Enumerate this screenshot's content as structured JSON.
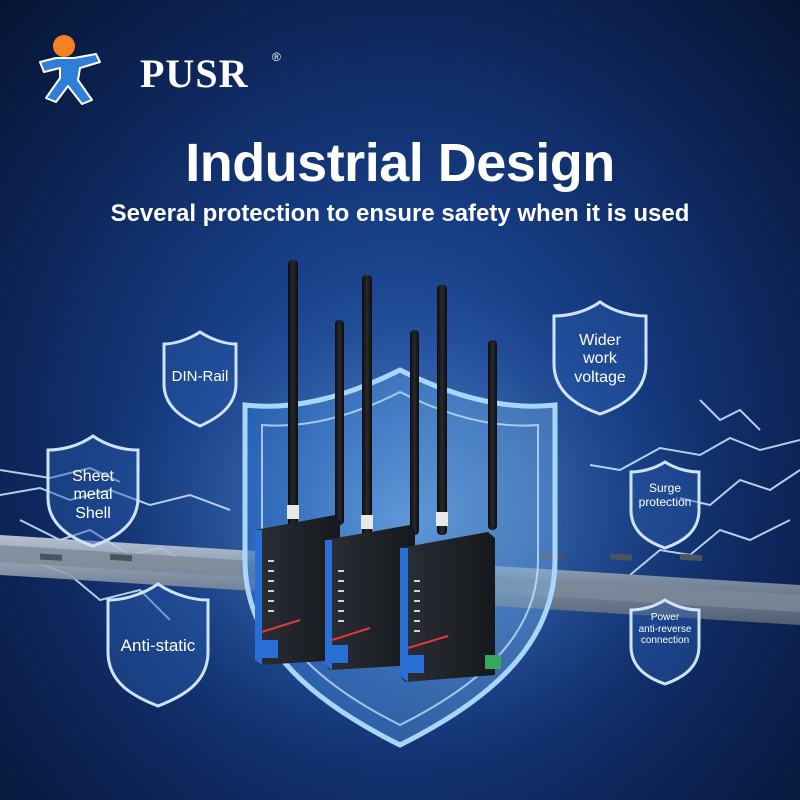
{
  "brand": {
    "name": "PUSR",
    "registered_mark": "®"
  },
  "headline": "Industrial Design",
  "subheadline": "Several protection to ensure safety when it is used",
  "features": [
    {
      "id": "din-rail",
      "lines": [
        "DIN-Rail"
      ]
    },
    {
      "id": "sheet-metal",
      "lines": [
        "Sheet",
        "metal",
        "Shell"
      ]
    },
    {
      "id": "anti-static",
      "lines": [
        "Anti-static"
      ]
    },
    {
      "id": "wider-voltage",
      "lines": [
        "Wider",
        "work",
        "voltage"
      ]
    },
    {
      "id": "surge",
      "lines": [
        "Surge",
        "protection"
      ]
    },
    {
      "id": "power-reverse",
      "lines": [
        "Power",
        "anti-reverse",
        "connection"
      ]
    }
  ],
  "colors": {
    "background": "#173e86",
    "badge_stroke": "#cfe3ff",
    "shield_glow": "#7fc4ff",
    "device_body": "#1c1f24",
    "device_accent": "#2a6fd6",
    "logo_orange": "#f58220",
    "logo_blue": "#2f7fd8"
  }
}
